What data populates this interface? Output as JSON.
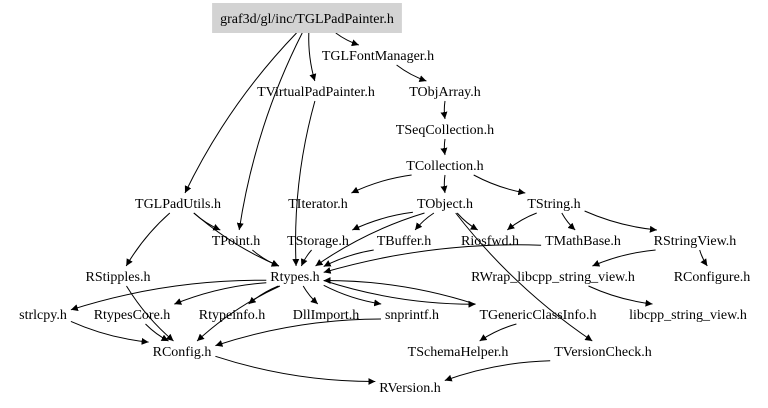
{
  "graph": {
    "root": "graf3d/gl/inc/TGLPadPainter.h",
    "root_fill": "#d3d3d3",
    "nodes": [
      {
        "id": "root",
        "label": "graf3d/gl/inc/TGLPadPainter.h"
      },
      {
        "id": "fontmgr",
        "label": "TGLFontManager.h"
      },
      {
        "id": "vpp",
        "label": "TVirtualPadPainter.h"
      },
      {
        "id": "objarray",
        "label": "TObjArray.h"
      },
      {
        "id": "seqcoll",
        "label": "TSeqCollection.h"
      },
      {
        "id": "coll",
        "label": "TCollection.h"
      },
      {
        "id": "padutils",
        "label": "TGLPadUtils.h"
      },
      {
        "id": "iterator",
        "label": "TIterator.h"
      },
      {
        "id": "tobject",
        "label": "TObject.h"
      },
      {
        "id": "tstring",
        "label": "TString.h"
      },
      {
        "id": "tpoint",
        "label": "TPoint.h"
      },
      {
        "id": "storage",
        "label": "TStorage.h"
      },
      {
        "id": "buffer",
        "label": "TBuffer.h"
      },
      {
        "id": "riosfwd",
        "label": "Riosfwd.h"
      },
      {
        "id": "mathbase",
        "label": "TMathBase.h"
      },
      {
        "id": "rstringview",
        "label": "RStringView.h"
      },
      {
        "id": "rstipples",
        "label": "RStipples.h"
      },
      {
        "id": "rtypes",
        "label": "Rtypes.h"
      },
      {
        "id": "rwrap",
        "label": "RWrap_libcpp_string_view.h"
      },
      {
        "id": "rconfigure",
        "label": "RConfigure.h"
      },
      {
        "id": "strlcpy",
        "label": "strlcpy.h"
      },
      {
        "id": "rtypescore",
        "label": "RtypesCore.h"
      },
      {
        "id": "rtypeinfo",
        "label": "Rtypeinfo.h"
      },
      {
        "id": "dllimport",
        "label": "DllImport.h"
      },
      {
        "id": "snprintf",
        "label": "snprintf.h"
      },
      {
        "id": "genclass",
        "label": "TGenericClassInfo.h"
      },
      {
        "id": "libcpp",
        "label": "libcpp_string_view.h"
      },
      {
        "id": "rconfig",
        "label": "RConfig.h"
      },
      {
        "id": "schema",
        "label": "TSchemaHelper.h"
      },
      {
        "id": "vcheck",
        "label": "TVersionCheck.h"
      },
      {
        "id": "rversion",
        "label": "RVersion.h"
      }
    ],
    "edges": [
      [
        "root",
        "fontmgr"
      ],
      [
        "root",
        "vpp"
      ],
      [
        "root",
        "padutils"
      ],
      [
        "root",
        "tpoint"
      ],
      [
        "fontmgr",
        "objarray"
      ],
      [
        "objarray",
        "seqcoll"
      ],
      [
        "seqcoll",
        "coll"
      ],
      [
        "coll",
        "iterator"
      ],
      [
        "coll",
        "tobject"
      ],
      [
        "coll",
        "tstring"
      ],
      [
        "vpp",
        "rtypes"
      ],
      [
        "padutils",
        "tpoint"
      ],
      [
        "padutils",
        "rtypes"
      ],
      [
        "padutils",
        "rstipples"
      ],
      [
        "tpoint",
        "rtypes"
      ],
      [
        "tobject",
        "storage"
      ],
      [
        "tobject",
        "buffer"
      ],
      [
        "tobject",
        "riosfwd"
      ],
      [
        "tobject",
        "rtypes"
      ],
      [
        "tobject",
        "vcheck"
      ],
      [
        "tstring",
        "riosfwd"
      ],
      [
        "tstring",
        "mathbase"
      ],
      [
        "tstring",
        "rstringview"
      ],
      [
        "storage",
        "rtypes"
      ],
      [
        "buffer",
        "rtypes"
      ],
      [
        "mathbase",
        "rtypes"
      ],
      [
        "rstringview",
        "rwrap"
      ],
      [
        "rstringview",
        "rconfigure"
      ],
      [
        "rwrap",
        "libcpp"
      ],
      [
        "rstipples",
        "rconfig"
      ],
      [
        "rtypes",
        "strlcpy"
      ],
      [
        "rtypes",
        "rtypescore"
      ],
      [
        "rtypes",
        "rtypeinfo"
      ],
      [
        "rtypes",
        "dllimport"
      ],
      [
        "rtypes",
        "snprintf"
      ],
      [
        "rtypes",
        "genclass"
      ],
      [
        "rtypes",
        "rconfig"
      ],
      [
        "strlcpy",
        "rconfig"
      ],
      [
        "rtypescore",
        "rconfig"
      ],
      [
        "snprintf",
        "rconfig"
      ],
      [
        "genclass",
        "rtypes"
      ],
      [
        "genclass",
        "schema"
      ],
      [
        "rconfig",
        "rversion"
      ],
      [
        "vcheck",
        "rversion"
      ]
    ]
  }
}
